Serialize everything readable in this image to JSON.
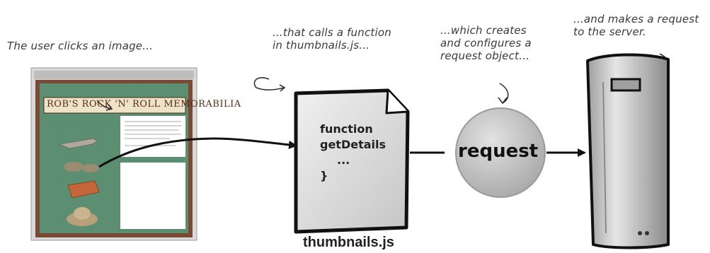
{
  "annotations": {
    "user_clicks": "The user clicks an image...",
    "calls_function": [
      "...that calls a function",
      "in thumbnails.js..."
    ],
    "creates_request": [
      "...which creates",
      "and configures a",
      "request object..."
    ],
    "makes_request": [
      "...and makes a request",
      "to the server."
    ]
  },
  "browser_page": {
    "banner": "ROB'S ROCK 'N' ROLL MEMORABILIA"
  },
  "js_file": {
    "code_lines": [
      "function",
      "getDetails",
      "...",
      "}"
    ],
    "filename": "thumbnails.js"
  },
  "request_object": {
    "label": "request"
  },
  "colors": {
    "page_frame": "#7a4a35",
    "page_bg": "#5c8f72",
    "paper": "#e8e8e8",
    "request_circle": "#c8c8c8",
    "server": "#cfcfcf",
    "ink": "#111111"
  }
}
